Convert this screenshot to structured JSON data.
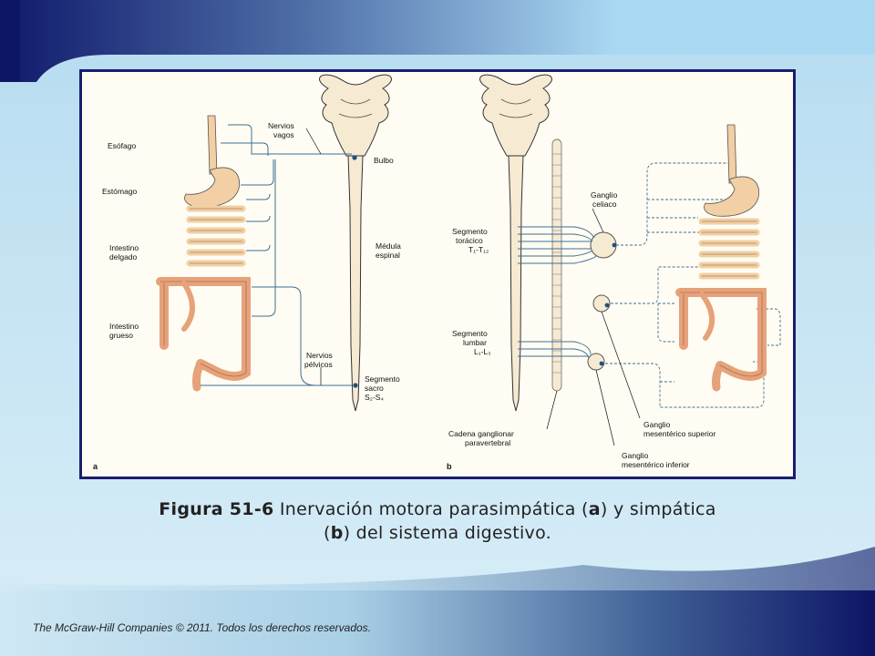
{
  "colors": {
    "top_band_dark": "#101a6b",
    "top_band_light": "#a9d8f2",
    "frame_border": "#1a1e6e",
    "nerve_blue": "#3d6e96",
    "organ_tan": "#f2cfa4",
    "colon_orange": "#e6a27a"
  },
  "panel_a": {
    "letter": "a",
    "labels": {
      "esofago": "Esófago",
      "estomago": "Estómago",
      "intestino_delgado_1": "Intestino",
      "intestino_delgado_2": "delgado",
      "intestino_grueso_1": "Intestino",
      "intestino_grueso_2": "grueso",
      "nervios_vagos_1": "Nervios",
      "nervios_vagos_2": "vagos",
      "bulbo": "Bulbo",
      "medula_1": "Médula",
      "medula_2": "espinal",
      "nervios_pelvicos_1": "Nervios",
      "nervios_pelvicos_2": "pélvicos",
      "segmento_sacro_1": "Segmento",
      "segmento_sacro_2": "sacro",
      "segmento_sacro_3": "S₂-S₄"
    }
  },
  "panel_b": {
    "letter": "b",
    "labels": {
      "ganglio_celiaco_1": "Ganglio",
      "ganglio_celiaco_2": "celiaco",
      "seg_toracico_1": "Segmento",
      "seg_toracico_2": "torácico",
      "seg_toracico_3": "T₁-T₁₂",
      "seg_lumbar_1": "Segmento",
      "seg_lumbar_2": "lumbar",
      "seg_lumbar_3": "L₁-L₃",
      "cadena_1": "Cadena ganglionar",
      "cadena_2": "paravertebral",
      "mes_sup_1": "Ganglio",
      "mes_sup_2": "mesentérico superior",
      "mes_inf_1": "Ganglio",
      "mes_inf_2": "mesentérico inferior"
    }
  },
  "caption": {
    "figure_label": "Figura 51-6",
    "text_1": " Inervación motora parasimpática (",
    "letter_a": "a",
    "text_2": ") y simpática",
    "text_3": "(",
    "letter_b": "b",
    "text_4": ") del sistema digestivo."
  },
  "footer": "The McGraw-Hill Companies © 2011. Todos los derechos reservados."
}
